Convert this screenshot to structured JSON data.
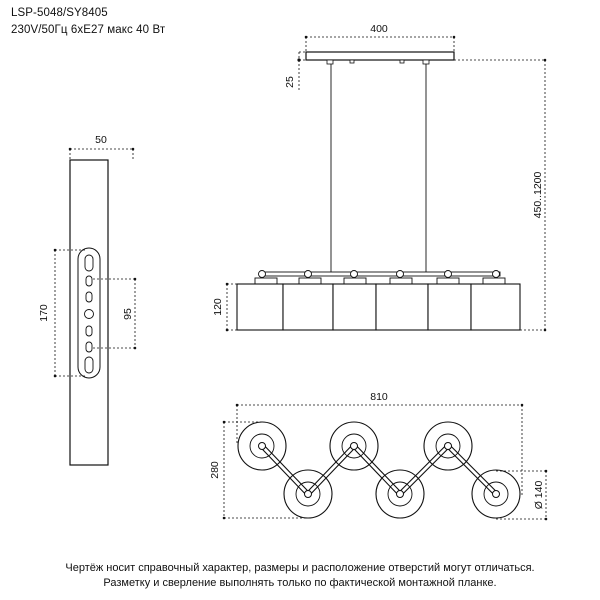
{
  "header": {
    "model": "LSP-5048/SY8405",
    "specs": "230V/50Гц 6хЕ27 макс 40 Вт"
  },
  "dimensions": {
    "canopy_width": "400",
    "canopy_height": "25",
    "suspension_range": "450..1200",
    "shade_height": "120",
    "bracket_width": "50",
    "bracket_hole_span": "170",
    "bracket_inner_span": "95",
    "overall_length": "810",
    "overall_depth": "280",
    "shade_diameter": "Ø 140"
  },
  "footer": {
    "line1": "Чертёж носит справочный характер, размеры и расположение отверстий могут отличаться.",
    "line2": "Разметку и сверление выполнять только по фактической монтажной планке."
  }
}
